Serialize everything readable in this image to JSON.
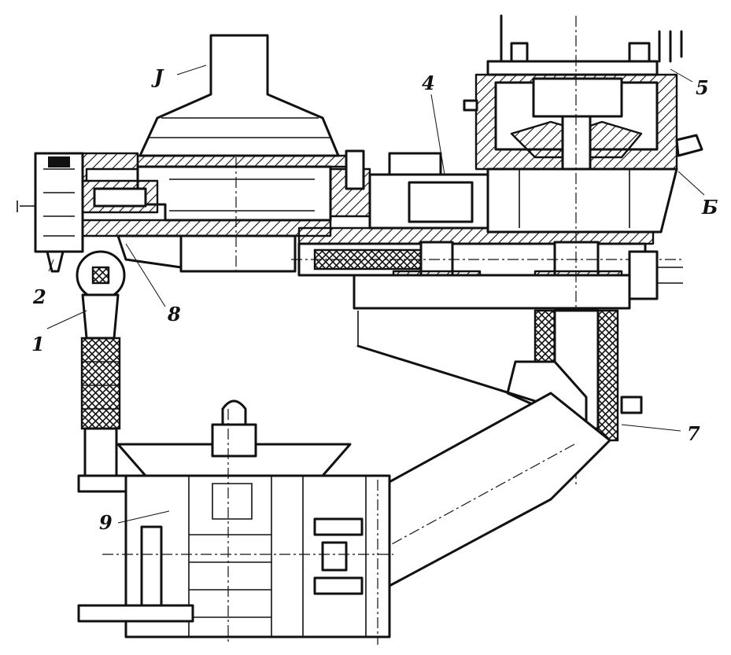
{
  "labels": {
    "l1": "1",
    "l2": "2",
    "l3": "J",
    "l4": "4",
    "l5": "5",
    "l6": "Б",
    "l7": "7",
    "l8": "8",
    "l9": "9"
  }
}
